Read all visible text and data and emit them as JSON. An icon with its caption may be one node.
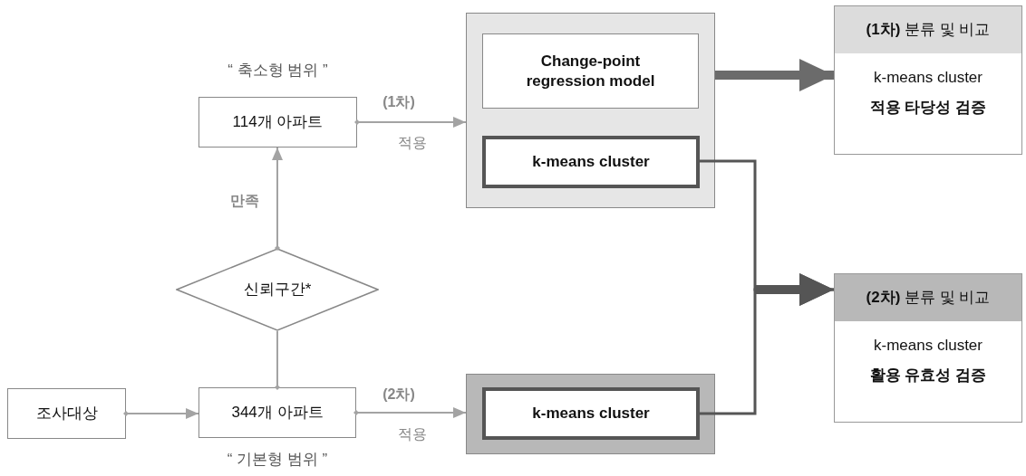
{
  "diagram": {
    "nodes": [
      {
        "text": [
          "114개 아파트"
        ],
        "beside": [
          "“ 축소형 범위 ”"
        ]
      },
      {
        "text": [
          "신뢰구간*"
        ]
      },
      {
        "text": [
          "조사대상"
        ]
      },
      {
        "text": [
          "344개 아파트"
        ],
        "beside": [
          "“ 기본형 범위 ”"
        ]
      },
      {
        "text": [],
        "shape": "box"
      },
      {
        "text": [
          "Change-point regression model"
        ],
        "in": 4
      },
      {
        "text": [
          "k-means cluster"
        ],
        "in": 4
      },
      {
        "text": [],
        "shape": "box"
      },
      {
        "text": [
          "k-means cluster"
        ],
        "in": 7
      },
      {
        "text": [
          "**(1차)** 분류 및 비교",
          "k-means cluster",
          "적용 타당성 검증"
        ]
      },
      {
        "text": [
          "**(2차)** 분류 및 비교",
          "k-means cluster",
          "활용 유효성 검증"
        ]
      }
    ],
    "edges": [
      {
        "from": 2,
        "to": 3,
        "arrow": "to"
      },
      {
        "from": 3,
        "to": 1,
        "arrow": "other"
      },
      {
        "from": 1,
        "to": 0,
        "arrow": "to",
        "label": "만족"
      },
      {
        "from": 0,
        "to": 4,
        "arrow": "to",
        "label": "(1차)"
      },
      {
        "from": 3,
        "to": 7,
        "arrow": "to",
        "label": "(2차)"
      },
      {
        "from": 4,
        "to": 9,
        "arrow": "to",
        "style": "thick",
        "color": "#6b6b6b"
      },
      {
        "from": 6,
        "to": 10,
        "arrow": "to",
        "color": "#555555"
      },
      {
        "from": 8,
        "to": 10,
        "arrow": "to",
        "color": "#555555"
      }
    ],
    "labels": [
      "적용",
      "적용"
    ]
  }
}
